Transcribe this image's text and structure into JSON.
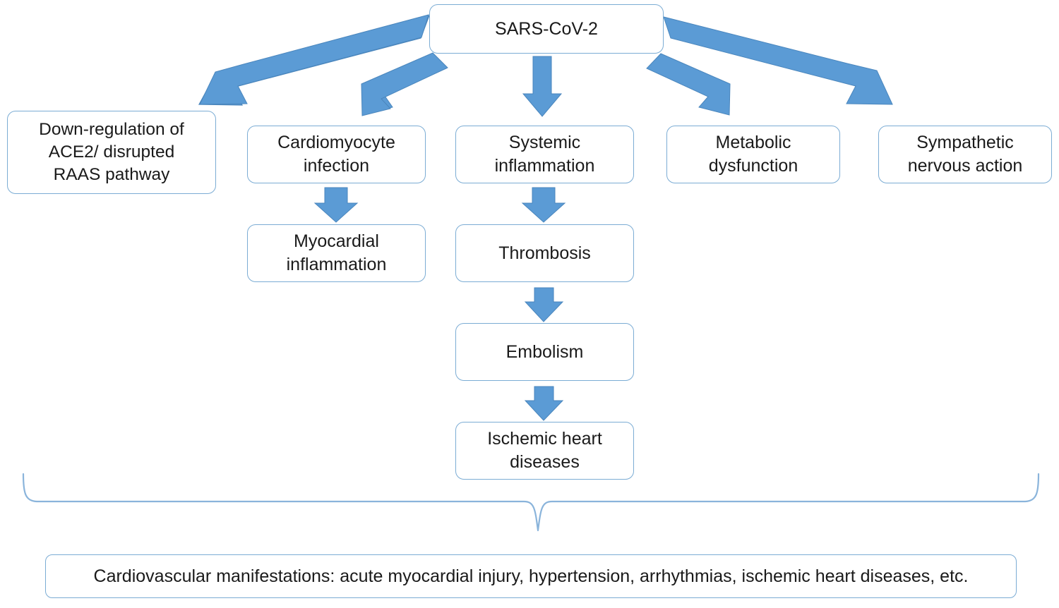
{
  "diagram": {
    "title": "SARS-CoV-2 cardiovascular pathophysiology flowchart",
    "colors": {
      "arrow_fill": "#5b9bd5",
      "arrow_stroke": "#4a86bd",
      "box_border": "#7bacd4",
      "brace_stroke": "#8ab4db",
      "text": "#1a1a1a",
      "background": "#ffffff"
    },
    "root": {
      "id": "sars-cov-2",
      "label": "SARS-CoV-2"
    },
    "branches": [
      {
        "id": "ace2-raas",
        "label": "Down-regulation of\nACE2/ disrupted\nRAAS pathway"
      },
      {
        "id": "cardiomyocyte-infection",
        "label": "Cardiomyocyte\ninfection"
      },
      {
        "id": "systemic-inflammation",
        "label": "Systemic\ninflammation"
      },
      {
        "id": "metabolic-dysfunction",
        "label": "Metabolic\ndysfunction"
      },
      {
        "id": "sympathetic-nervous-action",
        "label": "Sympathetic\nnervous action"
      }
    ],
    "cascade_left": [
      {
        "id": "myocardial-inflammation",
        "label": "Myocardial\ninflammation"
      }
    ],
    "cascade_center": [
      {
        "id": "thrombosis",
        "label": "Thrombosis"
      },
      {
        "id": "embolism",
        "label": "Embolism"
      },
      {
        "id": "ischemic-heart-diseases",
        "label": "Ischemic heart\ndiseases"
      }
    ],
    "summary": {
      "id": "cardiovascular-manifestations",
      "label": "Cardiovascular manifestations: acute myocardial injury, hypertension, arrhythmias, ischemic heart diseases, etc."
    },
    "connectors": [
      {
        "id": "sars-to-ace2",
        "kind": "diagonal-arrow-left"
      },
      {
        "id": "sars-to-cardiomyocyte",
        "kind": "diagonal-arrow-left"
      },
      {
        "id": "sars-to-systemic",
        "kind": "vertical-arrow-down"
      },
      {
        "id": "sars-to-metabolic",
        "kind": "diagonal-arrow-right"
      },
      {
        "id": "sars-to-sympathetic",
        "kind": "diagonal-arrow-right"
      },
      {
        "id": "cardiomyocyte-to-myocardial",
        "kind": "vertical-arrow-down"
      },
      {
        "id": "systemic-to-thrombosis",
        "kind": "vertical-arrow-down"
      },
      {
        "id": "thrombosis-to-embolism",
        "kind": "vertical-arrow-down"
      },
      {
        "id": "embolism-to-ischemic",
        "kind": "vertical-arrow-down"
      },
      {
        "id": "all-to-summary",
        "kind": "curly-brace"
      }
    ]
  }
}
